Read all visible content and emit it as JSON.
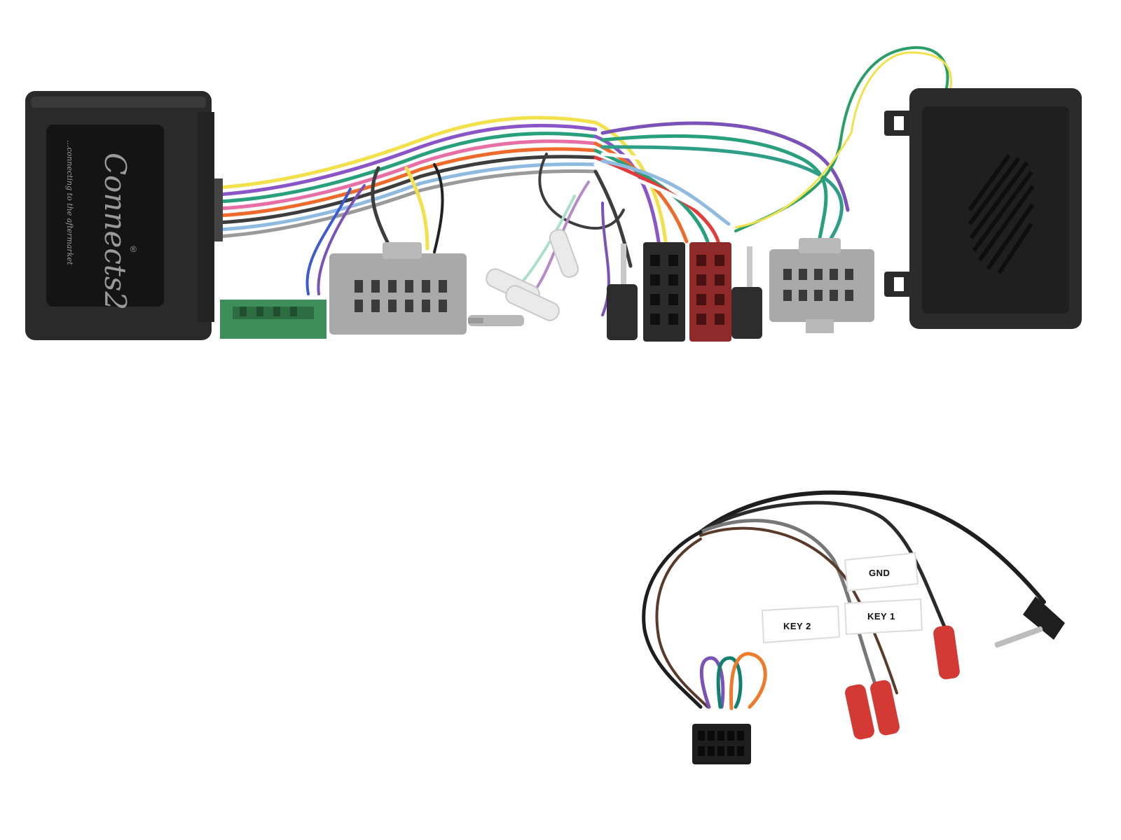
{
  "product": {
    "brand_mark": "Connects2",
    "brand_tagline": "...connecting to the aftermarket",
    "registered_mark": "®"
  },
  "patch_lead": {
    "labels": {
      "gnd": "GND",
      "key1": "KEY 1",
      "key2": "KEY 2"
    }
  },
  "colors": {
    "module_body": "#2a2a2a",
    "connector_green": "#3e8e5a",
    "connector_grey": "#a9a9a9",
    "iso_black": "#2b2b2b",
    "iso_red": "#8e2a2a",
    "bullet_red": "#d33a34",
    "wire_violet": "#7a52b8",
    "wire_teal": "#13806e",
    "wire_orange": "#ee7a2a"
  }
}
